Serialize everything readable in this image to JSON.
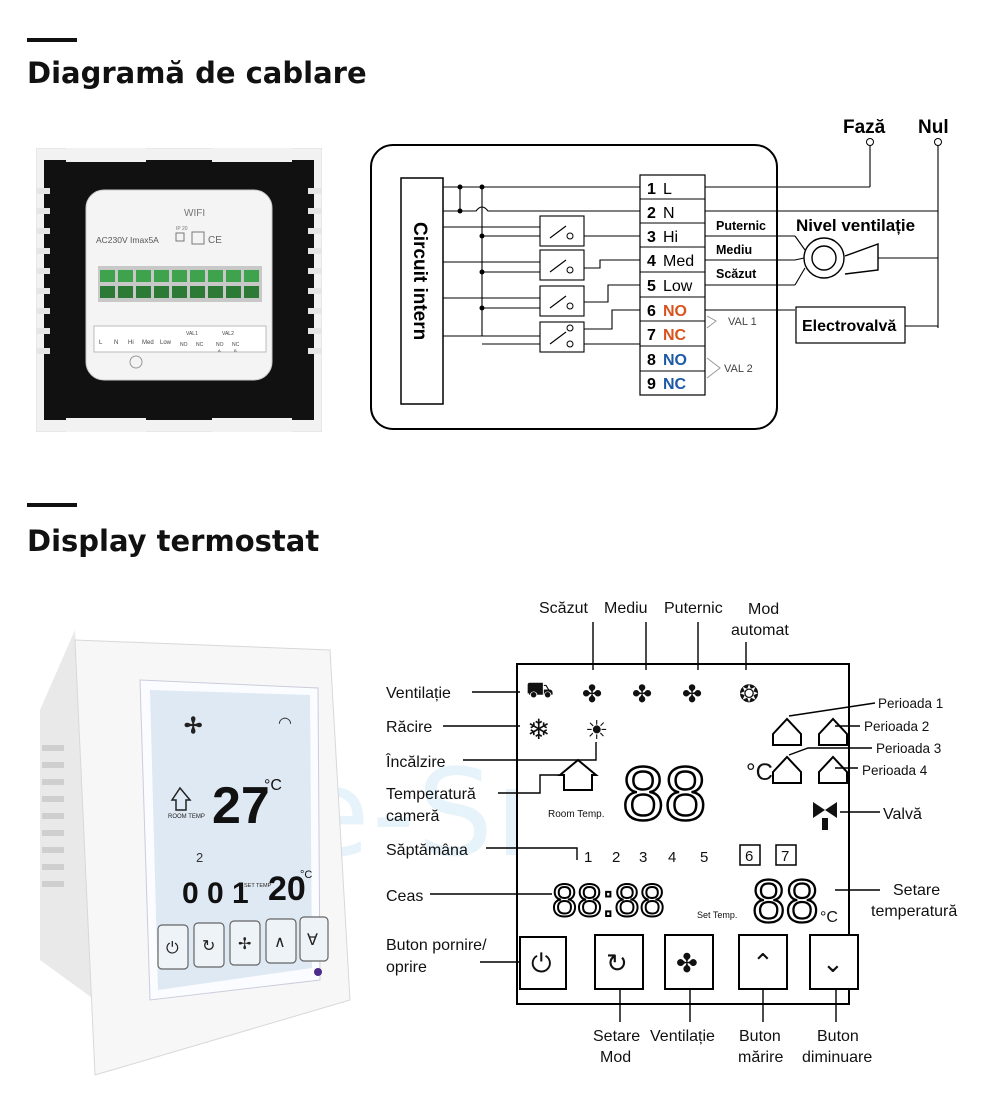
{
  "sections": {
    "wiring_title": "Diagramă de cablare",
    "display_title": "Display termostat"
  },
  "watermark": "Case-Smart",
  "colors": {
    "orange": "#d9531e",
    "blue": "#1c5aa6",
    "lcd": "#dfe9f3"
  },
  "device_back": {
    "label_wifi": "WIFI",
    "label_rating": "AC230V Imax5A",
    "label_ip": "IP 20",
    "label_ce": "CE",
    "terminals": [
      "L",
      "N",
      "Hi",
      "Med",
      "Low",
      "NO",
      "NC",
      "NO",
      "NC"
    ],
    "val1": "VAL1",
    "val2": "VAL2",
    "sub_a": "A",
    "sub_b": "B"
  },
  "wiring": {
    "internal_circuit": "Circuit intern",
    "phase": "Fază",
    "neutral": "Nul",
    "terminals": [
      {
        "num": "1",
        "label": "L"
      },
      {
        "num": "2",
        "label": "N"
      },
      {
        "num": "3",
        "label": "Hi"
      },
      {
        "num": "4",
        "label": "Med"
      },
      {
        "num": "5",
        "label": "Low"
      },
      {
        "num": "6",
        "label": "NO"
      },
      {
        "num": "7",
        "label": "NC"
      },
      {
        "num": "8",
        "label": "NO"
      },
      {
        "num": "9",
        "label": "NC"
      }
    ],
    "fan_high": "Puternic",
    "fan_med": "Mediu",
    "fan_low": "Scăzut",
    "fan_level": "Nivel ventilație",
    "valve1": "VAL 1",
    "valve2": "VAL 2",
    "solenoid": "Electrovalvă"
  },
  "thermostat_photo": {
    "room_temp": "27",
    "room_unit": "°C",
    "room_label": "ROOM TEMP",
    "week_day": "2",
    "clock": "0 0 1",
    "set_label": "SET TEMP",
    "set_temp": "20",
    "set_unit": "°C"
  },
  "lcd": {
    "digits_big": "88",
    "unit_c": "°C",
    "room_temp_label": "Room Temp.",
    "week_days": [
      "1",
      "2",
      "3",
      "4",
      "5",
      "6",
      "7"
    ],
    "clock_digits": "88:88",
    "set_temp_label": "Set Temp.",
    "set_digits": "88",
    "set_unit": "°C"
  },
  "callouts": {
    "low": "Scăzut",
    "mid": "Mediu",
    "high": "Puternic",
    "auto1": "Mod",
    "auto2": "automat",
    "ventilation": "Ventilație",
    "cooling": "Răcire",
    "heating": "Încălzire",
    "room_temp1": "Temperatură",
    "room_temp2": "cameră",
    "week": "Săptămâna",
    "clock": "Ceas",
    "power1": "Buton pornire/",
    "power2": "oprire",
    "period1": "Perioada 1",
    "period2": "Perioada 2",
    "period3": "Perioada 3",
    "period4": "Perioada 4",
    "valve": "Valvă",
    "set_temp1": "Setare",
    "set_temp2": "temperatură",
    "mode1": "Setare",
    "mode2": "Mod",
    "fan_btn": "Ventilație",
    "up1": "Buton",
    "up2": "mărire",
    "down1": "Buton",
    "down2": "diminuare"
  }
}
